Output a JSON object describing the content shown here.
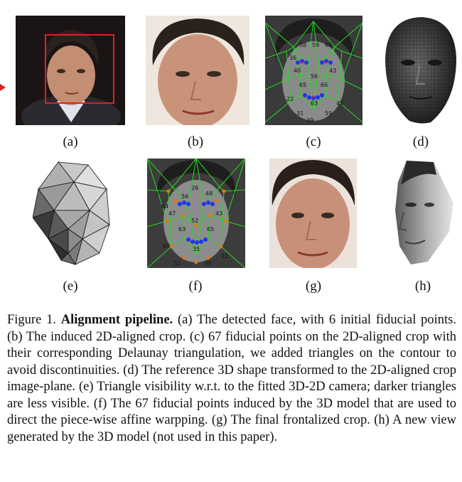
{
  "figure": {
    "panels": [
      {
        "id": "a",
        "label": "(a)"
      },
      {
        "id": "b",
        "label": "(b)"
      },
      {
        "id": "c",
        "label": "(c)"
      },
      {
        "id": "d",
        "label": "(d)"
      },
      {
        "id": "e",
        "label": "(e)"
      },
      {
        "id": "f",
        "label": "(f)"
      },
      {
        "id": "g",
        "label": "(g)"
      },
      {
        "id": "h",
        "label": "(h)"
      }
    ],
    "landmark_numbers_c": [
      "58",
      "59",
      "60",
      "36",
      "43",
      "40",
      "56",
      "65",
      "66",
      "63",
      "31",
      "45",
      "22",
      "39",
      "59"
    ],
    "landmark_numbers_f": [
      "26",
      "64",
      "56",
      "48",
      "43",
      "47",
      "52",
      "63",
      "65",
      "35",
      "51",
      "22",
      "60",
      "39"
    ],
    "colors": {
      "mesh_green": "#22dd22",
      "detect_box_red": "#e02020",
      "point_blue": "#2233ee",
      "point_orange": "#e07a10"
    }
  },
  "caption": {
    "figure_label": "Figure 1.",
    "title": "Alignment pipeline.",
    "text": "(a) The detected face, with 6 initial fiducial points. (b) The induced 2D-aligned crop. (c) 67 fiducial points on the 2D-aligned crop with their corresponding Delaunay triangulation, we added triangles on the contour to avoid discontinuities. (d) The reference 3D shape transformed to the 2D-aligned crop image-plane. (e) Triangle visibility w.r.t. to the fitted 3D-2D camera; darker triangles are less visible. (f) The 67 fiducial points induced by the 3D model that are used to direct the piece-wise affine warpping. (g) The final frontalized crop. (h) A new view generated by the 3D model (not used in this paper)."
  }
}
